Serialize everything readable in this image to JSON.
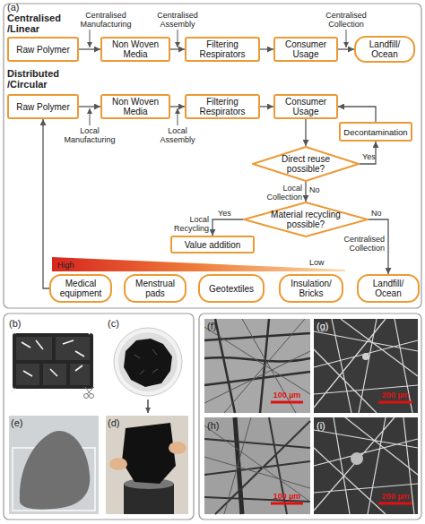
{
  "diagram": {
    "nodes": [
      {
        "text": [
          "Raw Polymer"
        ]
      },
      {
        "text": [
          "Non Woven Media"
        ]
      },
      {
        "text": [
          "Filtering Respirators"
        ]
      },
      {
        "text": [
          "Consumer Usage"
        ]
      },
      {
        "text": [
          "Landfill/ Ocean"
        ]
      },
      {
        "text": [
          "Raw Polymer"
        ]
      },
      {
        "text": [
          "Non Woven Media"
        ]
      },
      {
        "text": [
          "Filtering Respirators"
        ]
      },
      {
        "text": [
          "Consumer Usage"
        ]
      },
      {
        "text": [
          "Decontamination"
        ]
      },
      {
        "text": [
          "Direct reuse possible?"
        ]
      },
      {
        "text": [
          "Material recycling possible?"
        ]
      },
      {
        "text": [
          "Value addition"
        ]
      },
      {
        "text": [
          "Medical equipment"
        ]
      },
      {
        "text": [
          "Menstrual pads"
        ]
      },
      {
        "text": [
          "Geotextiles"
        ]
      },
      {
        "text": [
          "Insulation/ Bricks"
        ]
      },
      {
        "text": [
          "Landfill/ Ocean"
        ]
      }
    ],
    "edges": [
      {
        "from": 0,
        "to": 1,
        "arrow": "to",
        "label": "Centralised Manufacturing"
      },
      {
        "from": 1,
        "to": 2,
        "arrow": "to",
        "label": "Centralised Assembly"
      },
      {
        "from": 2,
        "to": 3,
        "arrow": "to"
      },
      {
        "from": 3,
        "to": 4,
        "arrow": "to",
        "label": "Centralised Collection"
      },
      {
        "from": 5,
        "to": 6,
        "arrow": "to",
        "label": "Local Manufacturing"
      },
      {
        "from": 6,
        "to": 7,
        "arrow": "to",
        "label": "Local Assembly"
      },
      {
        "from": 7,
        "to": 8,
        "arrow": "to"
      },
      {
        "from": 8,
        "to": 10,
        "arrow": "to"
      },
      {
        "from": 10,
        "to": 9,
        "arrow": "to",
        "label": "Yes"
      },
      {
        "from": 9,
        "to": 8,
        "arrow": "to"
      },
      {
        "from": 10,
        "to": 11,
        "arrow": "to",
        "label": "No"
      },
      {
        "from": 11,
        "to": 12,
        "arrow": "to",
        "label": "Yes"
      },
      {
        "from": 11,
        "to": 17,
        "arrow": "to",
        "label": "No"
      },
      {
        "from": 13,
        "to": 5,
        "arrow": "to"
      }
    ],
    "labels": [
      "(a)",
      "Centralised /Linear",
      "Distributed /Circular",
      "Local Collection",
      "Local Recycling",
      "Centralised Collection",
      "High",
      "Low",
      "(b)",
      "(c)",
      "(d)",
      "(e)",
      "(f)",
      "100 µm",
      "(g)",
      "200 µm",
      "(h)",
      "100 µm",
      "(i)",
      "200 µm"
    ]
  }
}
